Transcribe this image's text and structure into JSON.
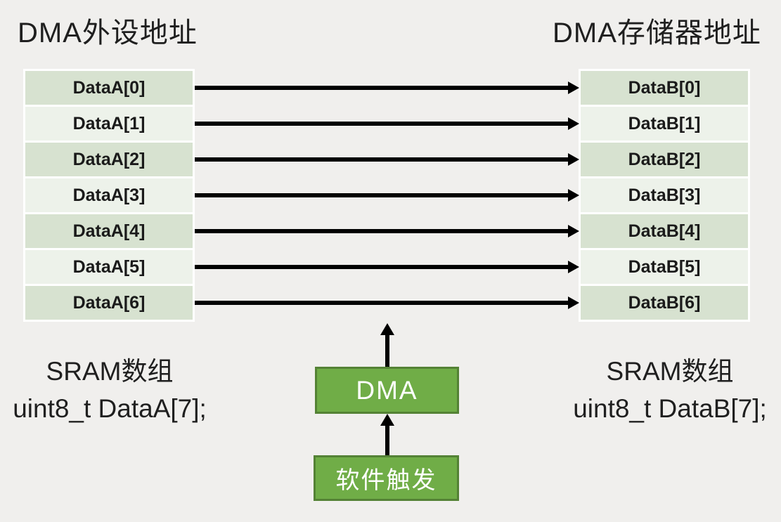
{
  "titles": {
    "left": "DMA外设地址",
    "right": "DMA存储器地址"
  },
  "tables": {
    "left": {
      "rows": [
        "DataA[0]",
        "DataA[1]",
        "DataA[2]",
        "DataA[3]",
        "DataA[4]",
        "DataA[5]",
        "DataA[6]"
      ]
    },
    "right": {
      "rows": [
        "DataB[0]",
        "DataB[1]",
        "DataB[2]",
        "DataB[3]",
        "DataB[4]",
        "DataB[5]",
        "DataB[6]"
      ]
    }
  },
  "captions": {
    "left": {
      "line1": "SRAM数组",
      "line2": "uint8_t DataA[7];"
    },
    "right": {
      "line1": "SRAM数组",
      "line2": "uint8_t DataB[7];"
    }
  },
  "boxes": {
    "dma_label": "DMA",
    "trigger_label": "软件触发"
  },
  "colors": {
    "row_dark": "#d7e2d0",
    "row_light": "#edf2ea",
    "box_green": "#70ad47",
    "box_border": "#548235",
    "arrow_black": "#000000",
    "background": "#f0efed"
  }
}
